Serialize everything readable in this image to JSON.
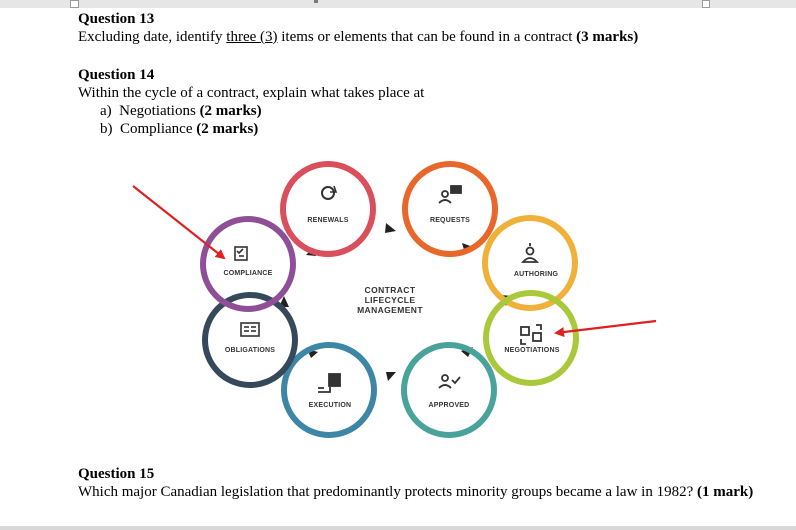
{
  "question13": {
    "title": "Question 13",
    "text_before": "Excluding date, identify ",
    "text_underlined": "three (3)",
    "text_after": " items or elements that can be found in a contract ",
    "marks": "(3 marks)"
  },
  "question14": {
    "title": "Question 14",
    "text": "Within the cycle of a contract, explain what takes place at",
    "items": [
      {
        "prefix": "a)",
        "label": "Negotiations ",
        "marks": "(2 marks)"
      },
      {
        "prefix": "b)",
        "label": "Compliance ",
        "marks": "(2 marks)"
      }
    ]
  },
  "diagram": {
    "center_lines": [
      "CONTRACT",
      "LIFECYCLE",
      "MANAGEMENT"
    ],
    "nodes": [
      {
        "id": "renewals",
        "label": "RENEWALS",
        "color": "#d94f5c",
        "icon": "refresh-icon"
      },
      {
        "id": "requests",
        "label": "REQUESTS",
        "color": "#e8672a",
        "icon": "request-icon"
      },
      {
        "id": "authoring",
        "label": "AUTHORING",
        "color": "#f0b13a",
        "icon": "authoring-icon"
      },
      {
        "id": "negotiations",
        "label": "NEGOTIATIONS",
        "color": "#a9c93a",
        "icon": "negotiation-icon"
      },
      {
        "id": "approved",
        "label": "APPROVED",
        "color": "#4aa39a",
        "icon": "approved-icon"
      },
      {
        "id": "execution",
        "label": "EXECUTION",
        "color": "#3d86a6",
        "icon": "execution-icon"
      },
      {
        "id": "obligations",
        "label": "OBLIGATIONS",
        "color": "#36495a",
        "icon": "obligations-icon"
      },
      {
        "id": "compliance",
        "label": "COMPLIANCE",
        "color": "#8e4f96",
        "icon": "compliance-icon"
      }
    ],
    "annotation_color": "#e02020"
  },
  "question15": {
    "title": "Question 15",
    "text": "Which major Canadian legislation that predominantly protects minority groups became a law in 1982? ",
    "marks": "(1 mark)"
  }
}
